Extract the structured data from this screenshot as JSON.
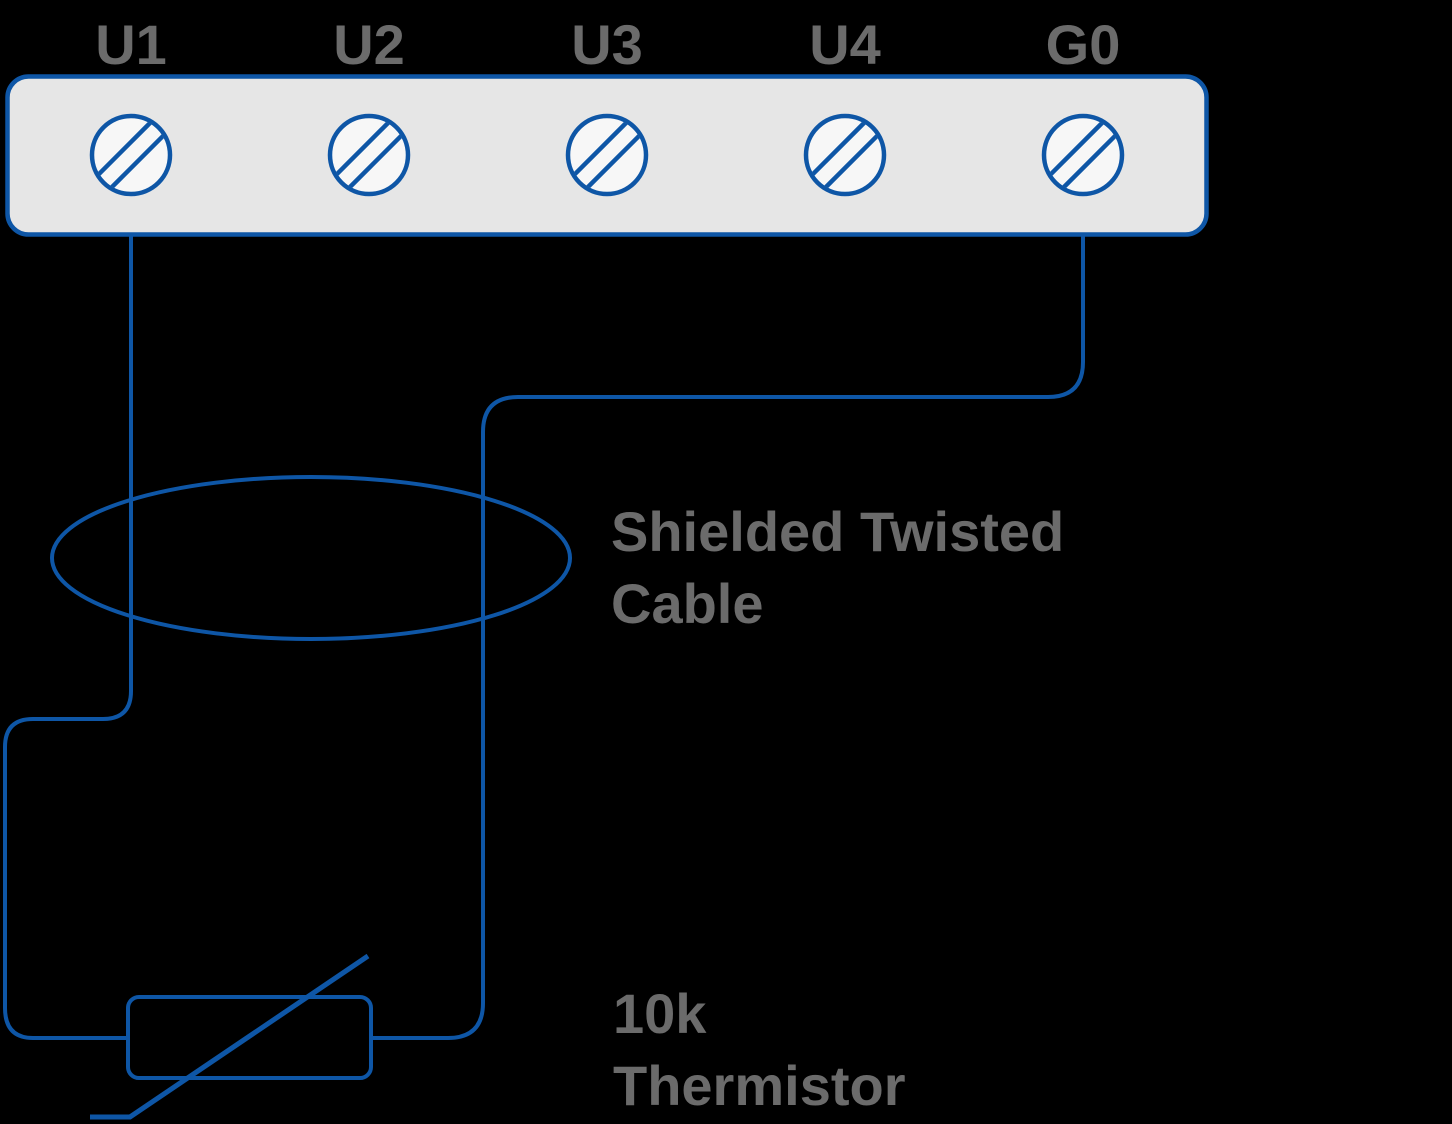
{
  "diagram": {
    "terminal_block": {
      "labels": [
        "U1",
        "U2",
        "U3",
        "U4",
        "G0"
      ]
    },
    "annotations": {
      "shielded_cable": {
        "line1": "Shielded Twisted",
        "line2": "Cable"
      },
      "thermistor": {
        "line1": "10k",
        "line2": "Thermistor"
      }
    },
    "colors": {
      "wire_blue": "#0e56a6",
      "label_gray": "#6b6b6b",
      "terminal_block_fill": "#e6e6e6",
      "screw_fill": "#f7f7f7",
      "background": "#000000"
    }
  }
}
